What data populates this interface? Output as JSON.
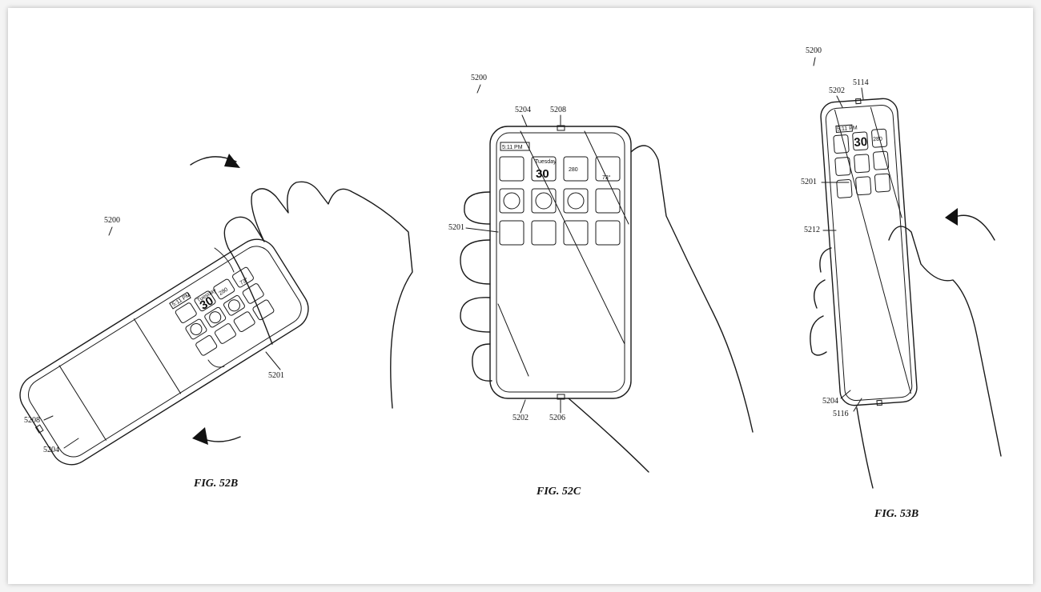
{
  "figures": [
    {
      "caption": "FIG. 52B",
      "refs": {
        "device": "5200",
        "display": "5201",
        "sensor": "5208",
        "edge": "5204"
      },
      "screen": {
        "time": "5:11 PM",
        "calendar_day": "Tuesday",
        "calendar_date": "30",
        "maps_badge": "280",
        "weather_temp": "73°"
      }
    },
    {
      "caption": "FIG. 52C",
      "refs": {
        "device": "5200",
        "edge_top": "5204",
        "sensor_top": "5208",
        "display": "5201",
        "edge_bottom": "5202",
        "sensor_bottom": "5206"
      },
      "screen": {
        "time": "5:11 PM",
        "calendar_day": "Tuesday",
        "calendar_date": "30",
        "maps_badge": "280",
        "weather_temp": "73°"
      }
    },
    {
      "caption": "FIG. 53B",
      "refs": {
        "device": "5200",
        "edge_top": "5202",
        "sensor_top": "5114",
        "display": "5201",
        "side": "5212",
        "edge_bottom": "5204",
        "sensor_bottom": "5116"
      },
      "screen": {
        "time": "5:11 PM",
        "calendar_date": "30",
        "maps_badge": "280"
      }
    }
  ],
  "icon_names": [
    "messages-icon",
    "calendar-icon",
    "maps-icon",
    "weather-icon",
    "clock-icon",
    "app-store-icon",
    "music-icon",
    "voice-memo-icon",
    "video-camera-icon",
    "mail-icon",
    "camera-icon",
    "phone-icon"
  ]
}
